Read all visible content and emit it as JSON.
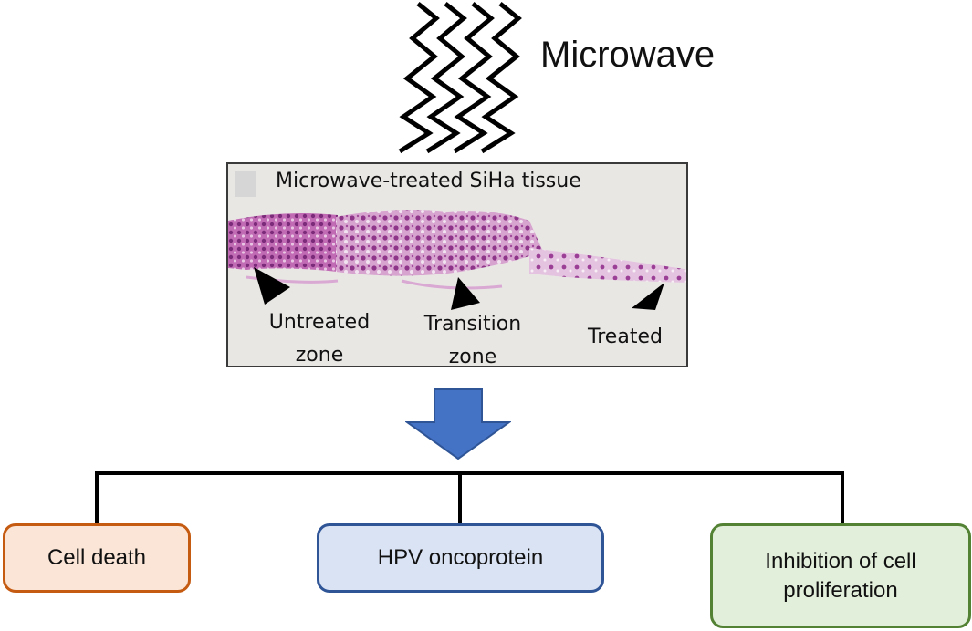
{
  "microwave_label": "Microwave",
  "wave_icon": "zigzag-wave-icon",
  "panel": {
    "title": "Microwave-treated SiHa tissue",
    "zones": {
      "untreated": [
        "Untreated",
        "zone"
      ],
      "transition": [
        "Transition",
        "zone"
      ],
      "treated": "Treated"
    }
  },
  "arrow_icon": "down-arrow-icon",
  "outcomes": {
    "cell_death": "Cell death",
    "hpv": "HPV oncoprotein",
    "inhibition": [
      "Inhibition of cell",
      "proliferation"
    ]
  },
  "colors": {
    "arrow_fill": "#4472c4",
    "arrow_stroke": "#2f5597",
    "cell_death_border": "#c55a11",
    "cell_death_fill": "#fbe5d6",
    "hpv_border": "#2f5597",
    "hpv_fill": "#dae3f3",
    "inhibition_border": "#548235",
    "inhibition_fill": "#e2efda",
    "tissue": "#b24fa0"
  }
}
